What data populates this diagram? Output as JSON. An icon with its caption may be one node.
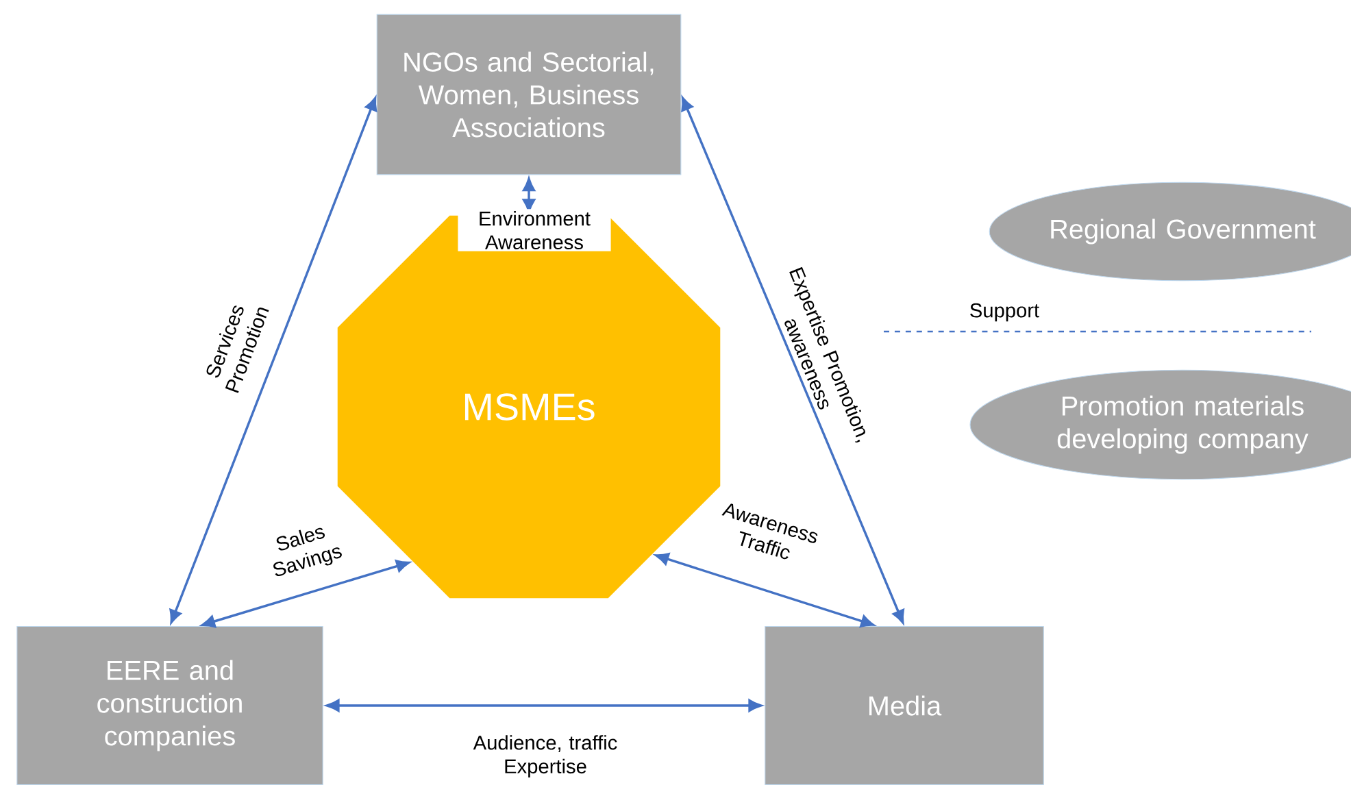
{
  "diagram": {
    "nodes": [
      {
        "text": [
          "NGOs and Sectorial, Women, Business Associations"
        ]
      },
      {
        "text": [
          "MSMEs"
        ]
      },
      {
        "text": [
          "EERE and construction companies"
        ]
      },
      {
        "text": [
          "Media"
        ]
      },
      {
        "text": [
          "Regional Government"
        ]
      },
      {
        "text": [
          "Promotion materials developing company"
        ]
      }
    ],
    "edges": [
      {
        "from": 0,
        "to": 1,
        "arrow": "both",
        "label": "Environment Awareness"
      },
      {
        "from": 0,
        "to": 2,
        "arrow": "both",
        "label": "Services Promotion"
      },
      {
        "from": 0,
        "to": 3,
        "arrow": "both",
        "label": "Expertise Promotion, awareness"
      },
      {
        "from": 1,
        "to": 2,
        "arrow": "both",
        "label": "Sales Savings"
      },
      {
        "from": 1,
        "to": 3,
        "arrow": "both",
        "label": "Awareness Traffic"
      },
      {
        "from": 2,
        "to": 3,
        "arrow": "both",
        "label": "Audience, traffic Expertise"
      }
    ],
    "legend": [
      {
        "text": "Support"
      }
    ]
  }
}
